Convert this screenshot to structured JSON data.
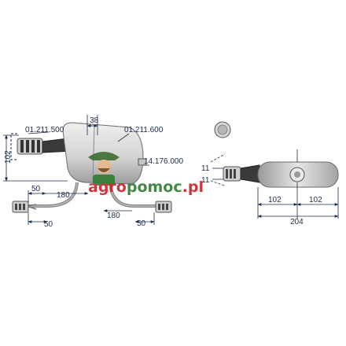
{
  "labels": {
    "part_left_a": "01.211.500",
    "part_left_b": "01.211.600",
    "part_center": "14.176.000",
    "dim_38": "38",
    "dim_102_v": "102",
    "dim_50_top": "50",
    "dim_180_left": "180",
    "dim_50_bottom": "50",
    "dim_180_right": "180",
    "dim_50_right": "50",
    "dim_11_top": "11",
    "dim_11_bottom": "11",
    "dim_102_a": "102",
    "dim_102_b": "102",
    "dim_204": "204"
  },
  "watermark": {
    "text_agro": "agro",
    "text_pomoc": "pomoc",
    "text_pl": ".pl",
    "color_red": "#c8232c",
    "color_green": "#2e7d32"
  },
  "colors": {
    "line": "#1a2a4a",
    "body": "#d9d9d9",
    "body_edge": "#6b6b6b",
    "harness": "#8a8a8a"
  }
}
